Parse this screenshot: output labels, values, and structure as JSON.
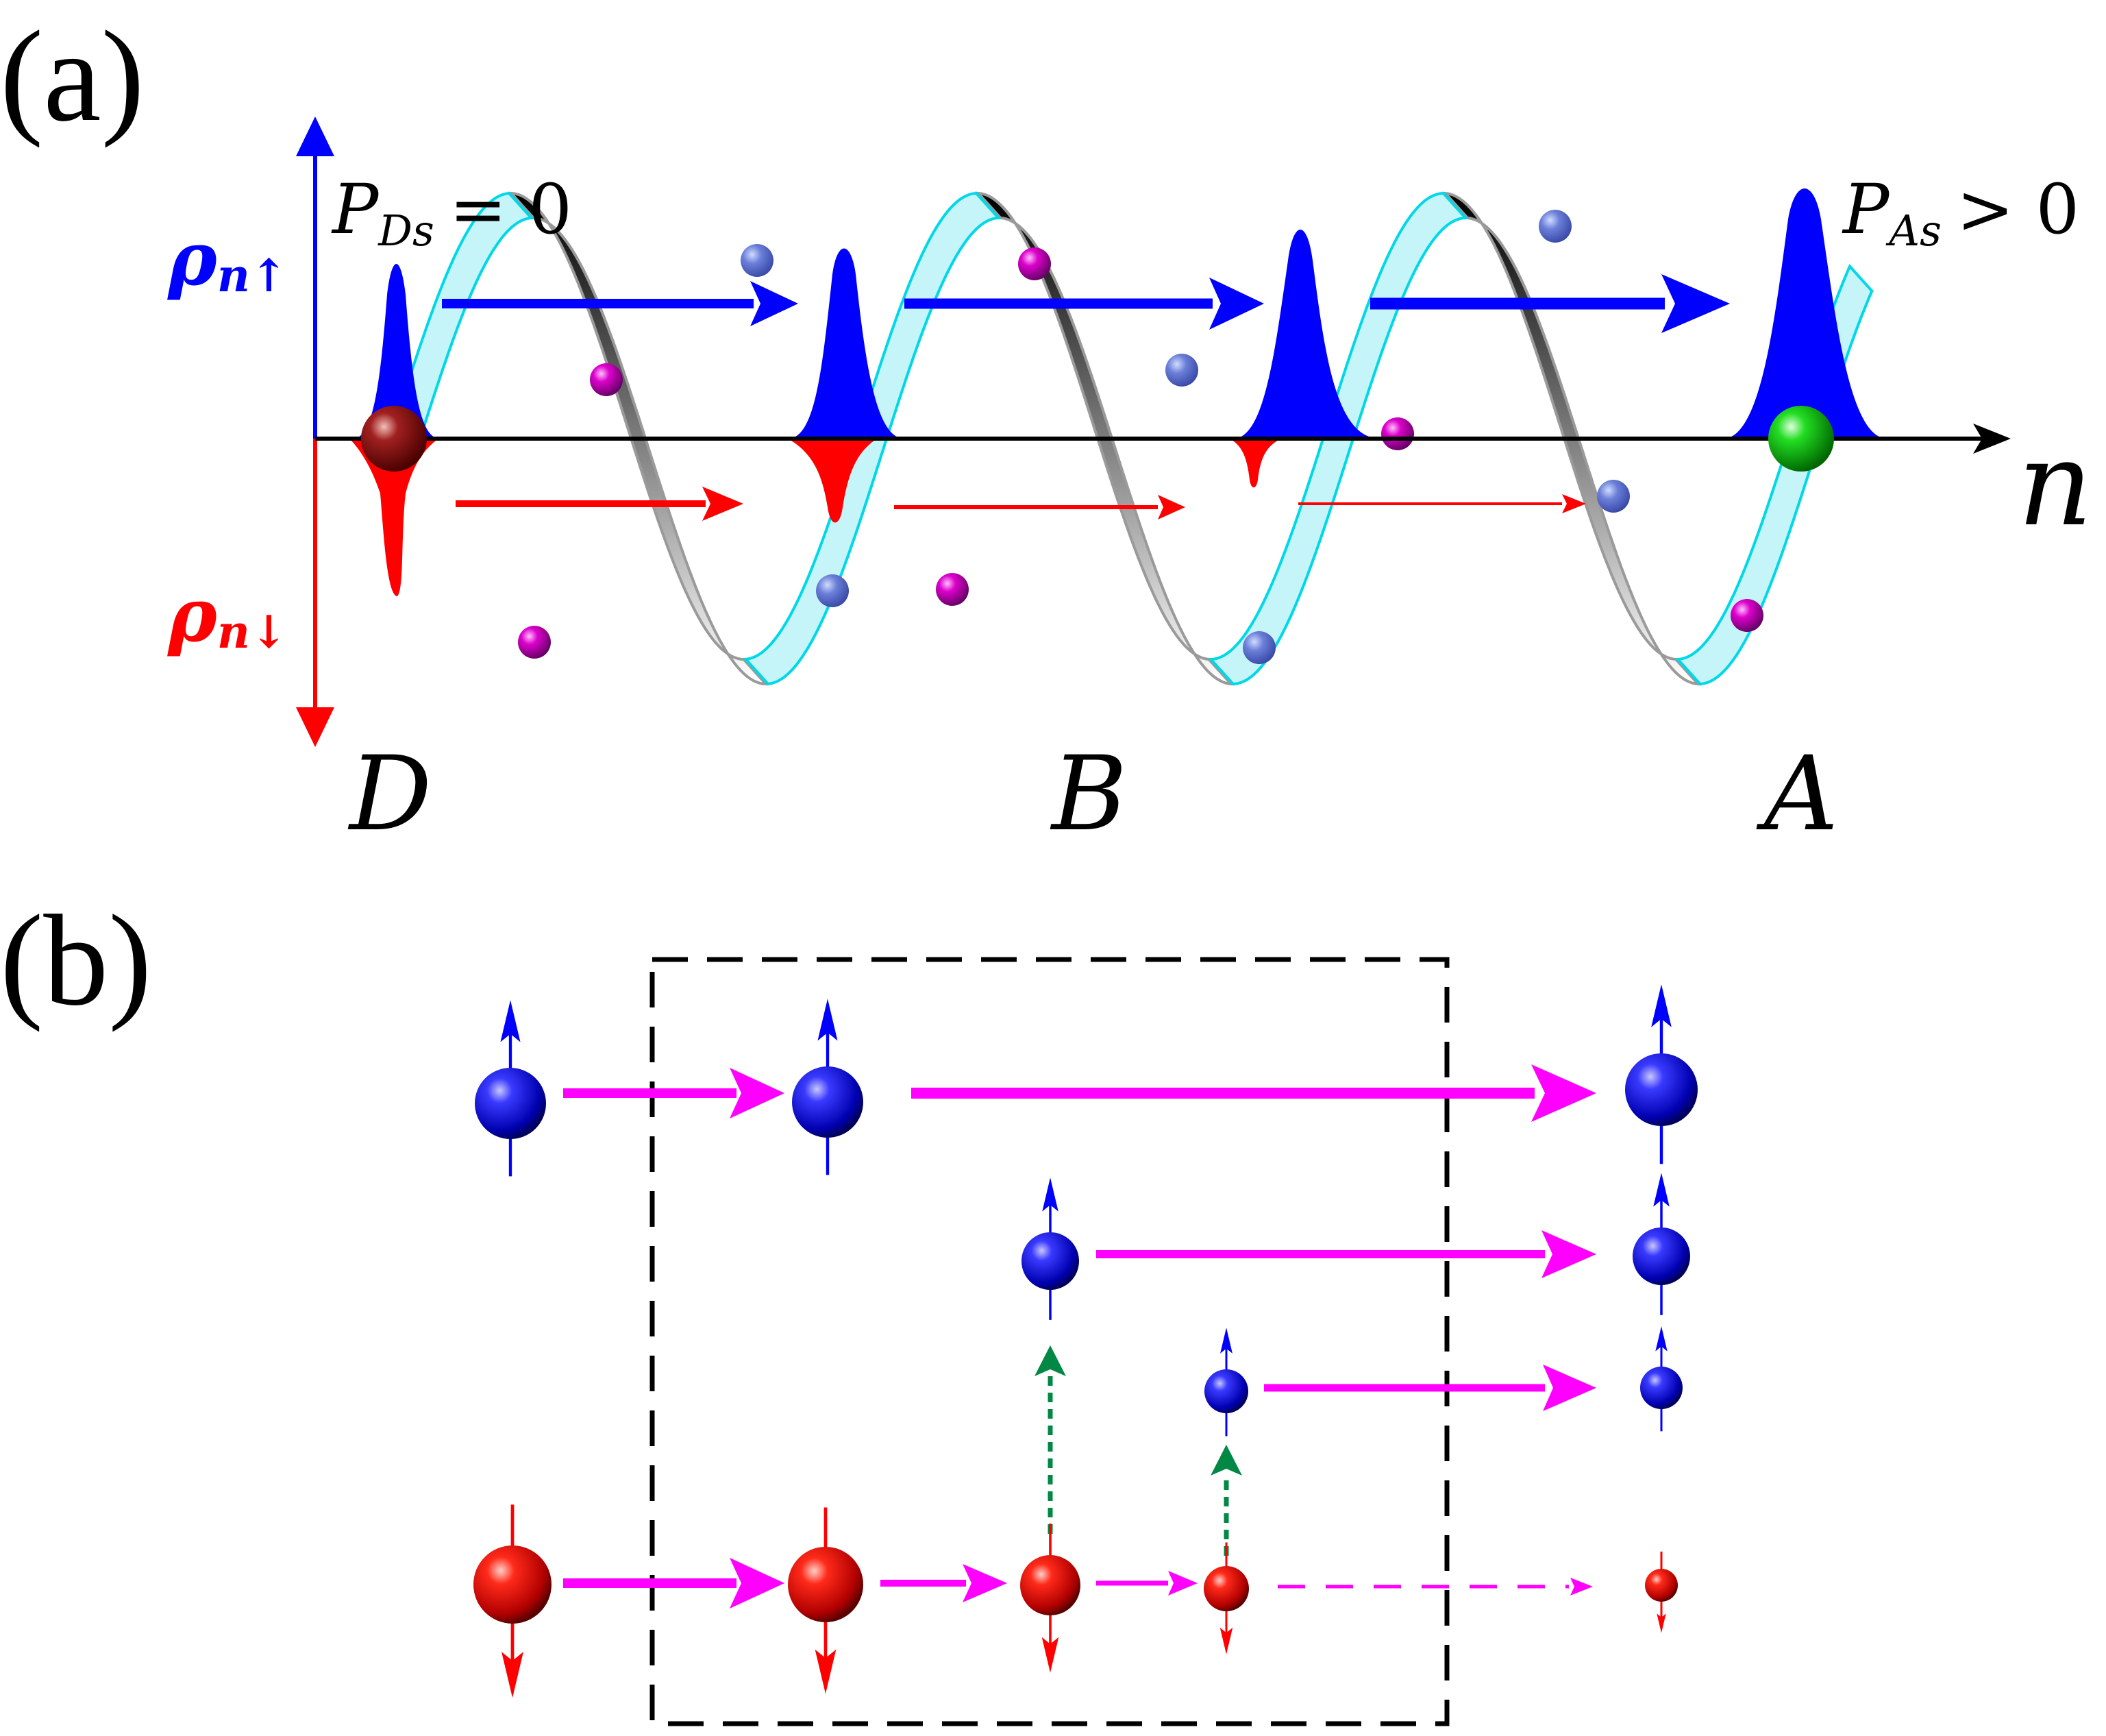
{
  "panel_a": {
    "label": "(a)",
    "axis_up_label": "ρ",
    "axis_up_sub": "n↑",
    "axis_down_label": "ρ",
    "axis_down_sub": "n↓",
    "axis_x_label": "n",
    "pds_label": "P",
    "pds_sub": "Ds",
    "pds_rel": "= 0",
    "pas_label": "P",
    "pas_sub": "As",
    "pas_rel": "> 0",
    "site_d": "D",
    "site_b": "B",
    "site_a": "A"
  },
  "panel_b": {
    "label": "(b)"
  },
  "colors": {
    "spin_up": "#0000ff",
    "spin_down": "#ff0000",
    "transfer_arrow": "#ff00ff",
    "spin_flip_arrow": "#008844",
    "helix": "#00e5ee",
    "donor_ball": "#a01010",
    "acceptor_ball": "#22cc22"
  }
}
